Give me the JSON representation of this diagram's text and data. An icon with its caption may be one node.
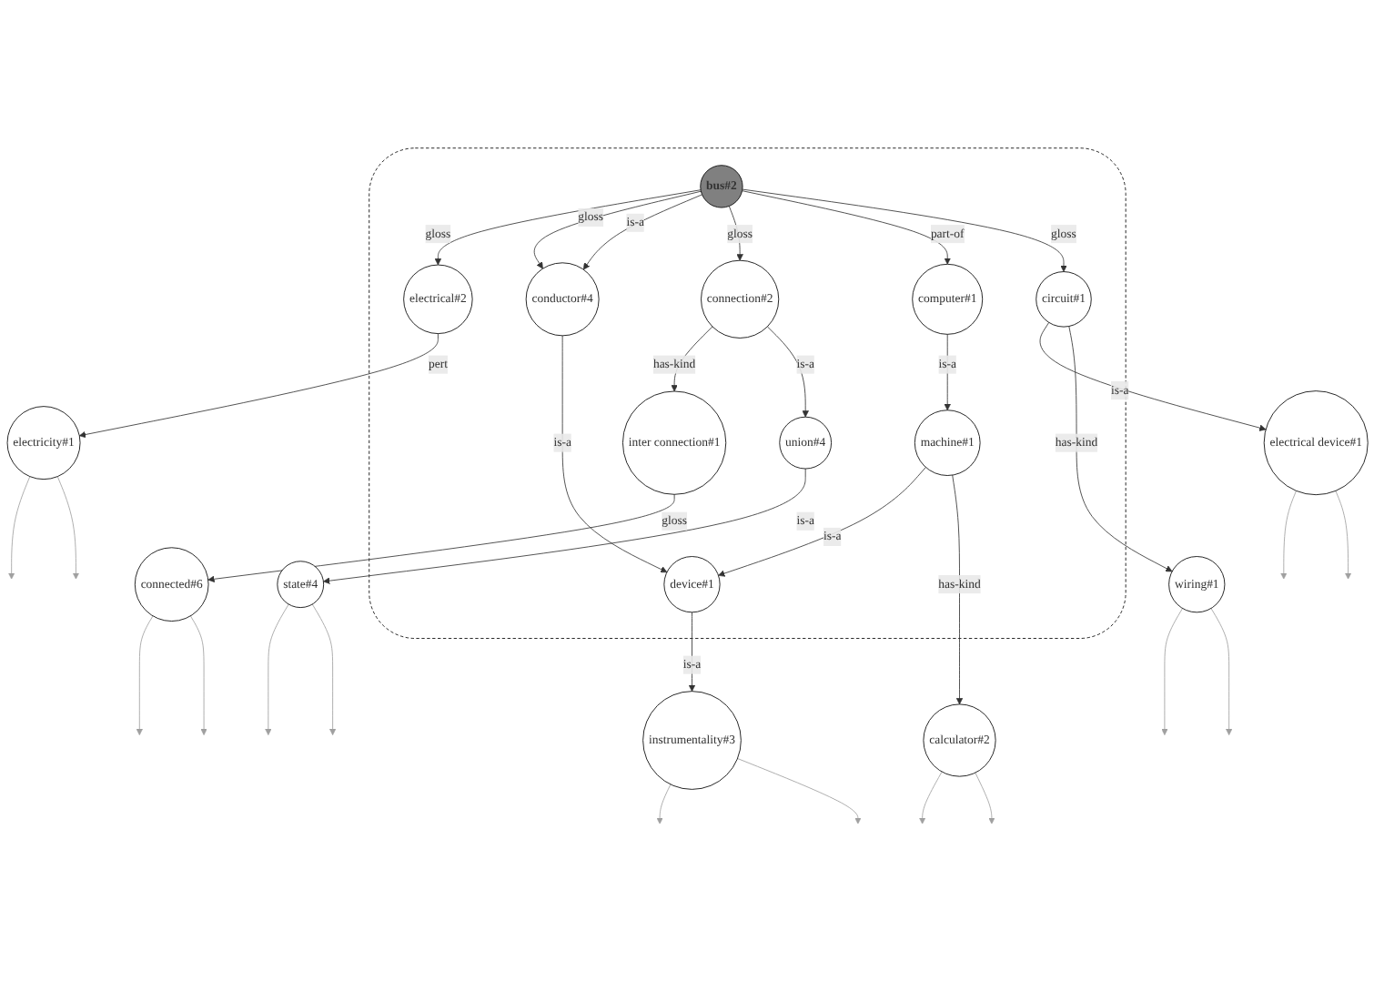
{
  "diagram": {
    "nodes": [
      {
        "text": [],
        "shape": "ellipse"
      },
      {
        "text": [
          "connected#6"
        ]
      },
      {
        "text": [
          "electricity#1"
        ]
      },
      {
        "text": [
          "electrical#2"
        ],
        "in": 0
      },
      {
        "text": [
          "device#1"
        ],
        "in": 0
      },
      {
        "text": [
          "instrumentality#3"
        ]
      },
      {
        "text": [
          "inter connection#1"
        ],
        "in": 0
      },
      {
        "text": [
          "state#4"
        ]
      },
      {
        "text": [
          "bus#2"
        ],
        "in": 0
      },
      {
        "text": [
          "conductor#4"
        ],
        "in": 0
      },
      {
        "text": [
          "connection#2"
        ],
        "in": 0
      },
      {
        "text": [
          "machine#1"
        ],
        "in": 0
      },
      {
        "text": [
          "union#4"
        ],
        "in": 0
      },
      {
        "text": [
          "computer#1"
        ],
        "in": 0
      },
      {
        "text": [
          "calculator#2"
        ]
      },
      {
        "text": [
          "circuit#1"
        ],
        "in": 0
      },
      {
        "text": [
          "electrical device#1"
        ]
      },
      {
        "text": [
          "wiring#1"
        ]
      }
    ],
    "edges": [
      {
        "from": 3,
        "to": 2,
        "arrow": "to",
        "label": "pert"
      },
      {
        "from": 8,
        "to": 3,
        "arrow": "to",
        "label": "gloss"
      },
      {
        "from": 8,
        "to": 9,
        "arrow": "to",
        "label": "gloss"
      },
      {
        "from": 8,
        "to": 9,
        "arrow": "to",
        "label": "is-a"
      },
      {
        "from": 9,
        "to": 4,
        "arrow": "to",
        "label": "is-a"
      },
      {
        "from": 4,
        "to": 5,
        "arrow": "to",
        "label": "is-a"
      },
      {
        "from": 11,
        "to": 4,
        "arrow": "to",
        "label": "is-a"
      },
      {
        "from": 8,
        "to": 10,
        "arrow": "to",
        "label": "gloss"
      },
      {
        "from": 10,
        "to": 6,
        "arrow": "to",
        "label": "has-kind"
      },
      {
        "from": 6,
        "to": 1,
        "arrow": "to",
        "label": "gloss"
      },
      {
        "from": 10,
        "to": 12,
        "arrow": "to",
        "label": "is-a"
      },
      {
        "from": 12,
        "to": 7,
        "arrow": "to",
        "label": "is-a"
      },
      {
        "from": 8,
        "to": 13,
        "arrow": "to",
        "label": "part-of"
      },
      {
        "from": 13,
        "to": 11,
        "arrow": "to",
        "label": "is-a"
      },
      {
        "from": 11,
        "to": 14,
        "arrow": "to",
        "label": "has-kind"
      },
      {
        "from": 8,
        "to": 15,
        "arrow": "to",
        "label": "gloss"
      },
      {
        "from": 15,
        "to": 16,
        "arrow": "to",
        "label": "is-a"
      },
      {
        "from": 15,
        "to": 17,
        "arrow": "to",
        "label": "has-kind"
      },
      {
        "from": 1,
        "to": null,
        "arrow": "to",
        "color": "#a0a0a0"
      },
      {
        "from": 1,
        "to": null,
        "arrow": "to",
        "color": "#a0a0a0"
      },
      {
        "from": 2,
        "to": null,
        "arrow": "to",
        "color": "#a0a0a0"
      },
      {
        "from": 2,
        "to": null,
        "arrow": "to",
        "color": "#a0a0a0"
      },
      {
        "from": 5,
        "to": null,
        "arrow": "to",
        "color": "#a0a0a0"
      },
      {
        "from": 5,
        "to": null,
        "arrow": "to",
        "color": "#a0a0a0"
      },
      {
        "from": 7,
        "to": null,
        "arrow": "to",
        "color": "#a0a0a0"
      },
      {
        "from": 7,
        "to": null,
        "arrow": "to",
        "color": "#a0a0a0"
      },
      {
        "from": 14,
        "to": null,
        "arrow": "to",
        "color": "#a0a0a0"
      },
      {
        "from": 14,
        "to": null,
        "arrow": "to",
        "color": "#a0a0a0"
      },
      {
        "from": 16,
        "to": null,
        "arrow": "to",
        "color": "#a0a0a0"
      },
      {
        "from": 16,
        "to": null,
        "arrow": "to",
        "color": "#a0a0a0"
      },
      {
        "from": 17,
        "to": null,
        "arrow": "to",
        "color": "#a0a0a0"
      },
      {
        "from": 17,
        "to": null,
        "arrow": "to",
        "color": "#a0a0a0"
      }
    ]
  }
}
